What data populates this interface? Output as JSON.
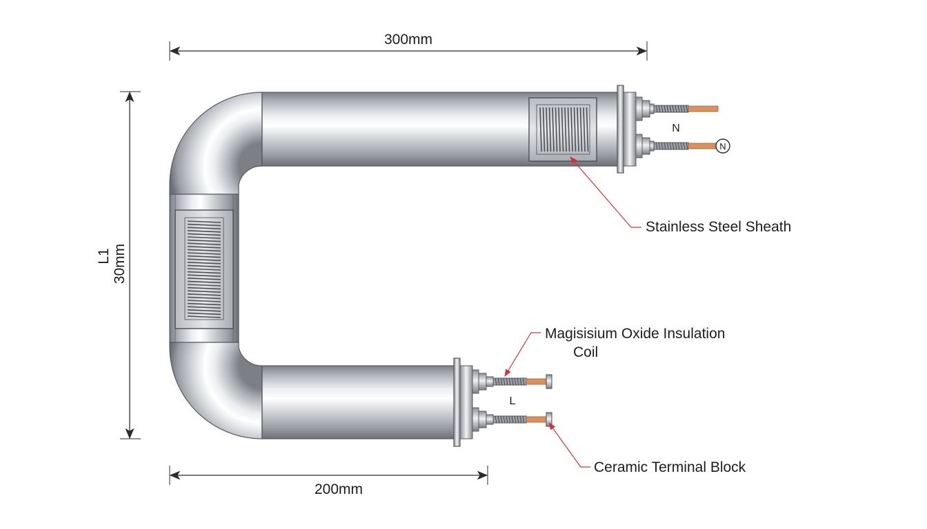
{
  "dimensions": {
    "top_width": "300mm",
    "bottom_width": "200mm",
    "height_label": "L1",
    "height_value": "30mm"
  },
  "callouts": {
    "sheath": "Stainless Steel Sheath",
    "insulation_line1": "Magisisium Oxide Insulation",
    "insulation_line2": "Coil",
    "terminal_block": "Ceramic Terminal Block"
  },
  "terminals": {
    "top_label": "N",
    "top_badge": "N",
    "bottom_label": "L"
  },
  "colors": {
    "leader_line": "#d6303a",
    "copper_pin": "#d9925f",
    "dimension_line": "#2a2a2a"
  }
}
